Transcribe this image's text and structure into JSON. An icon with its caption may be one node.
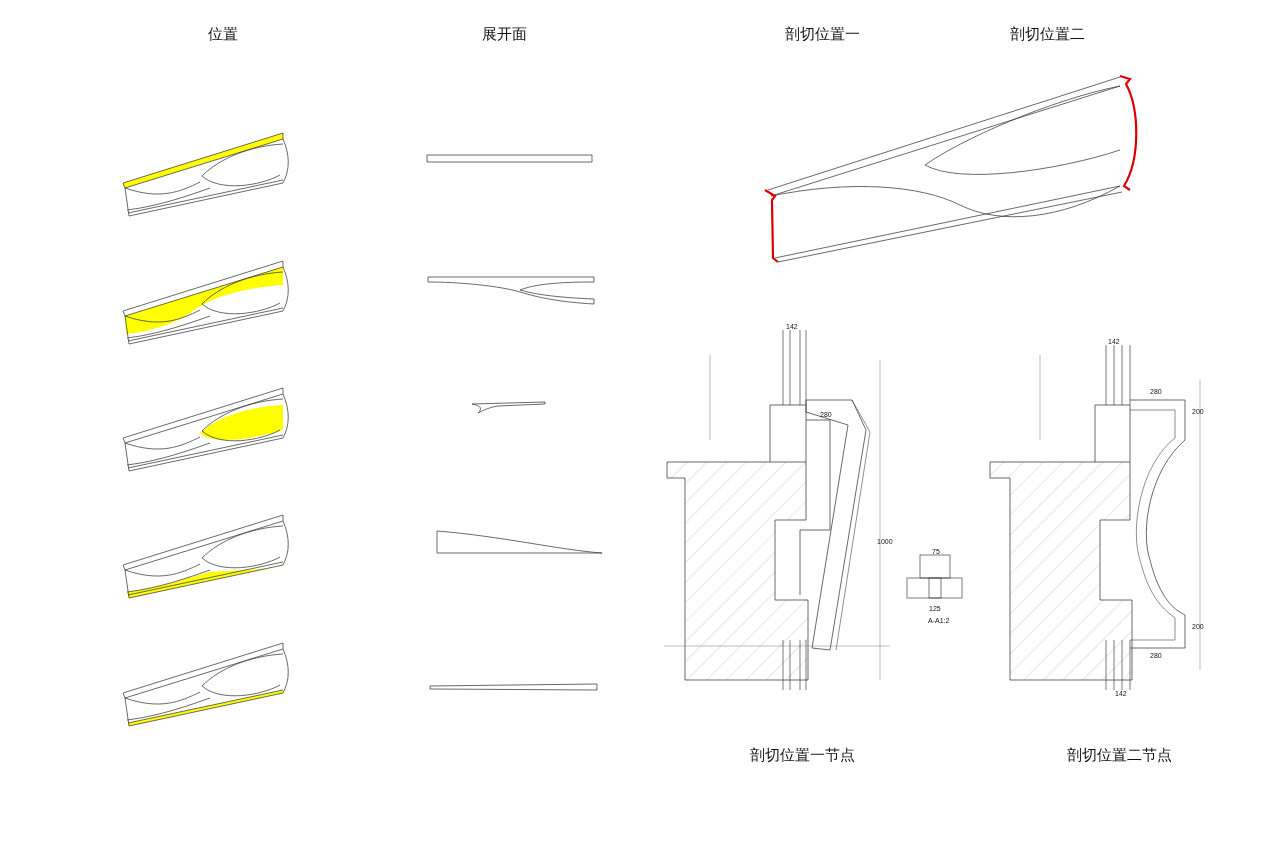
{
  "diagram": {
    "labels": [
      "位置",
      "展开面",
      "剖切位置一",
      "剖切位置二",
      "142",
      "280",
      "1000",
      "75",
      "125",
      "A-A1:2",
      "142",
      "280",
      "200",
      "200",
      "280",
      "142",
      "剖切位置一节点",
      "剖切位置二节点"
    ]
  }
}
